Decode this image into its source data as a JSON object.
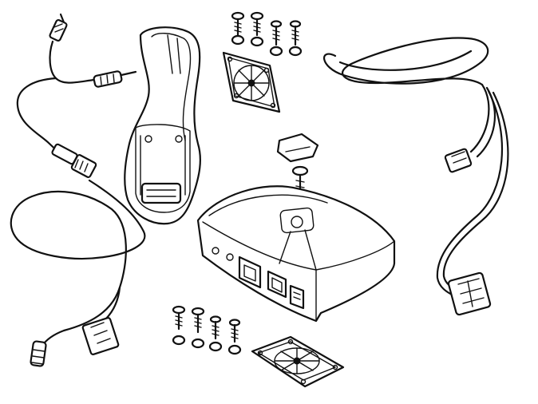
{
  "diagram": {
    "parts": [
      {
        "name": "phone-cradle-holder"
      },
      {
        "name": "interface-box"
      },
      {
        "name": "fan-grille-upper"
      },
      {
        "name": "fan-grille-lower"
      },
      {
        "name": "screw-set-upper"
      },
      {
        "name": "screw-set-lower"
      },
      {
        "name": "audio-cable-with-jacks"
      },
      {
        "name": "antenna-cable-rf-connector"
      },
      {
        "name": "harness-cable-molex-connectors"
      },
      {
        "name": "box-lid-cover"
      }
    ],
    "colors": {
      "ink": "#111111",
      "paper": "#ffffff"
    }
  }
}
